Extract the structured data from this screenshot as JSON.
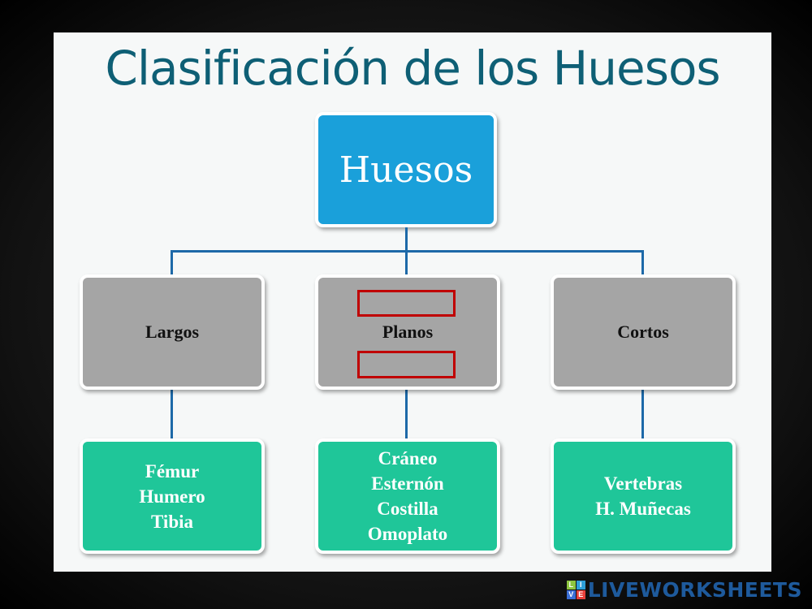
{
  "title": "Clasificación de los Huesos",
  "root": {
    "label": "Huesos"
  },
  "categories": [
    {
      "label": "Largos",
      "examples": [
        "Fémur",
        "Humero",
        "Tibia"
      ]
    },
    {
      "label": "Planos",
      "examples": [
        "Cráneo",
        "Esternón",
        "Costilla",
        "Omoplato"
      ]
    },
    {
      "label": "Cortos",
      "examples": [
        "Vertebras",
        "H. Muñecas"
      ]
    }
  ],
  "answer_fields": [
    {
      "value": ""
    },
    {
      "value": ""
    }
  ],
  "branding": {
    "logo_letters": [
      "L",
      "I",
      "V",
      "E"
    ],
    "logo_text": "LIVEWORKSHEETS"
  },
  "colors": {
    "title": "#0e5f75",
    "root": "#1aa0da",
    "category": "#a5a5a5",
    "leaf": "#1fc699",
    "connector": "#1d69a8",
    "answer_border": "#c00000"
  }
}
